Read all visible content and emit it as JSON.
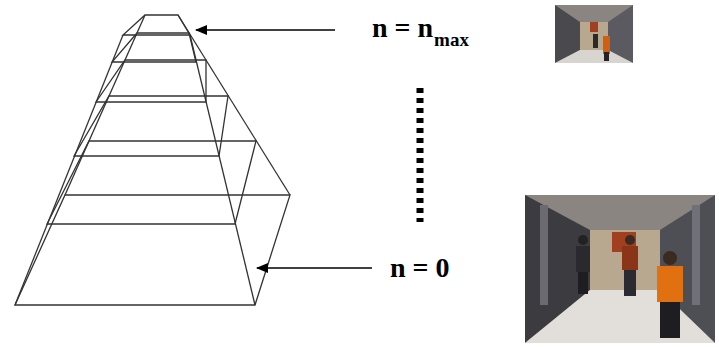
{
  "diagram": {
    "labels": [
      "n = n",
      "max",
      "n = 0"
    ]
  }
}
